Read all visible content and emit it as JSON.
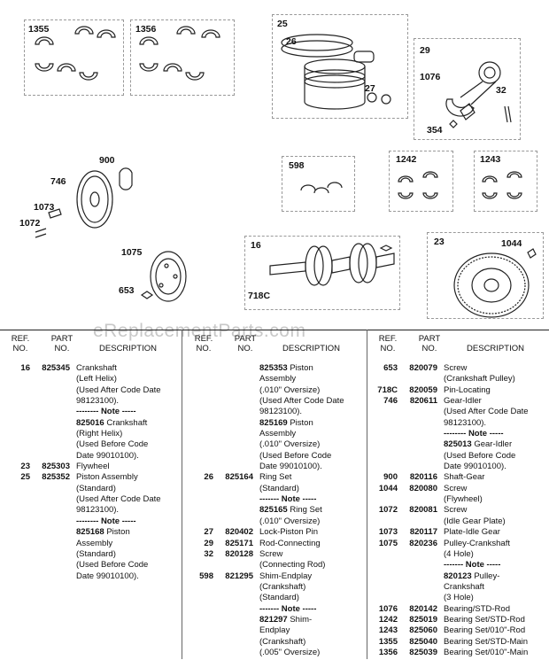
{
  "watermark": "eReplacementParts.com",
  "callouts": {
    "c1355": "1355",
    "c1356": "1356",
    "c25": "25",
    "c26": "26",
    "c27": "27",
    "c29": "29",
    "c1076": "1076",
    "c32": "32",
    "c354": "354",
    "c900": "900",
    "c746": "746",
    "c1073": "1073",
    "c1072": "1072",
    "c598": "598",
    "c1242": "1242",
    "c1243": "1243",
    "c1075": "1075",
    "c653": "653",
    "c16": "16",
    "c718C": "718C",
    "c23": "23",
    "c1044": "1044"
  },
  "table_headers": {
    "ref": "REF.\nNO.",
    "part": "PART\nNO.",
    "desc": "DESCRIPTION"
  },
  "columns": [
    [
      {
        "ref": "16",
        "part": "825345",
        "desc": "Crankshaft"
      },
      {
        "desc": "(Left Helix)"
      },
      {
        "desc": "(Used After Code Date"
      },
      {
        "desc": "98123100)."
      },
      {
        "desc": "-------- Note -----",
        "style": "note"
      },
      {
        "desc": "825016 Crankshaft",
        "style": "pnum"
      },
      {
        "desc": "(Right Helix)"
      },
      {
        "desc": "(Used Before Code"
      },
      {
        "desc": "Date 99010100)."
      },
      {
        "ref": "23",
        "part": "825303",
        "desc": "Flywheel"
      },
      {
        "ref": "25",
        "part": "825352",
        "desc": "Piston Assembly"
      },
      {
        "desc": "(Standard)"
      },
      {
        "desc": "(Used After Code Date"
      },
      {
        "desc": "98123100)."
      },
      {
        "desc": "-------- Note -----",
        "style": "note"
      },
      {
        "desc": "825168 Piston",
        "style": "pnum"
      },
      {
        "desc": "Assembly"
      },
      {
        "desc": "(Standard)"
      },
      {
        "desc": "(Used Before Code"
      },
      {
        "desc": "Date 99010100)."
      }
    ],
    [
      {
        "desc": "825353 Piston",
        "style": "pnum"
      },
      {
        "desc": "Assembly"
      },
      {
        "desc": "(.010\" Oversize)"
      },
      {
        "desc": "(Used After Code Date"
      },
      {
        "desc": "98123100)."
      },
      {
        "desc": "825169 Piston",
        "style": "pnum"
      },
      {
        "desc": "Assembly"
      },
      {
        "desc": "(.010\" Oversize)"
      },
      {
        "desc": "(Used Before Code"
      },
      {
        "desc": "Date 99010100)."
      },
      {
        "ref": "26",
        "part": "825164",
        "desc": "Ring Set"
      },
      {
        "desc": "(Standard)"
      },
      {
        "desc": "------- Note -----",
        "style": "note"
      },
      {
        "desc": "825165 Ring Set",
        "style": "pnum"
      },
      {
        "desc": "(.010\" Oversize)"
      },
      {
        "ref": "27",
        "part": "820402",
        "desc": "Lock-Piston Pin"
      },
      {
        "ref": "29",
        "part": "825171",
        "desc": "Rod-Connecting"
      },
      {
        "ref": "32",
        "part": "820128",
        "desc": "Screw"
      },
      {
        "desc": "(Connecting Rod)"
      },
      {
        "ref": "598",
        "part": "821295",
        "desc": "Shim-Endplay"
      },
      {
        "desc": "(Crankshaft)"
      },
      {
        "desc": "(Standard)"
      },
      {
        "desc": "------- Note -----",
        "style": "note"
      },
      {
        "desc": "821297 Shim-",
        "style": "pnum"
      },
      {
        "desc": "Endplay"
      },
      {
        "desc": "(Crankshaft)"
      },
      {
        "desc": "(.005\" Oversize)"
      }
    ],
    [
      {
        "ref": "653",
        "part": "820079",
        "desc": "Screw"
      },
      {
        "desc": "(Crankshaft Pulley)"
      },
      {
        "ref": "718C",
        "part": "820059",
        "desc": "Pin-Locating"
      },
      {
        "ref": "746",
        "part": "820611",
        "desc": "Gear-Idler"
      },
      {
        "desc": "(Used After Code Date"
      },
      {
        "desc": "98123100)."
      },
      {
        "desc": "-------- Note -----",
        "style": "note"
      },
      {
        "desc": "825013 Gear-Idler",
        "style": "pnum"
      },
      {
        "desc": "(Used Before Code"
      },
      {
        "desc": "Date 99010100)."
      },
      {
        "ref": "900",
        "part": "820116",
        "desc": "Shaft-Gear"
      },
      {
        "ref": "1044",
        "part": "820080",
        "desc": "Screw"
      },
      {
        "desc": "(Flywheel)"
      },
      {
        "ref": "1072",
        "part": "820081",
        "desc": "Screw"
      },
      {
        "desc": "(Idle Gear Plate)"
      },
      {
        "ref": "1073",
        "part": "820117",
        "desc": "Plate-Idle Gear"
      },
      {
        "ref": "1075",
        "part": "820236",
        "desc": "Pulley-Crankshaft"
      },
      {
        "desc": "(4 Hole)"
      },
      {
        "desc": "------- Note -----",
        "style": "note"
      },
      {
        "desc": "820123 Pulley-",
        "style": "pnum"
      },
      {
        "desc": "Crankshaft"
      },
      {
        "desc": "(3 Hole)"
      },
      {
        "ref": "1076",
        "part": "820142",
        "desc": "Bearing/STD-Rod"
      },
      {
        "ref": "1242",
        "part": "825019",
        "desc": "Bearing Set/STD-Rod"
      },
      {
        "ref": "1243",
        "part": "825060",
        "desc": "Bearing Set/010\"-Rod"
      },
      {
        "ref": "1355",
        "part": "825040",
        "desc": "Bearing Set/STD-Main"
      },
      {
        "ref": "1356",
        "part": "825039",
        "desc": "Bearing Set/010\"-Main"
      }
    ]
  ]
}
